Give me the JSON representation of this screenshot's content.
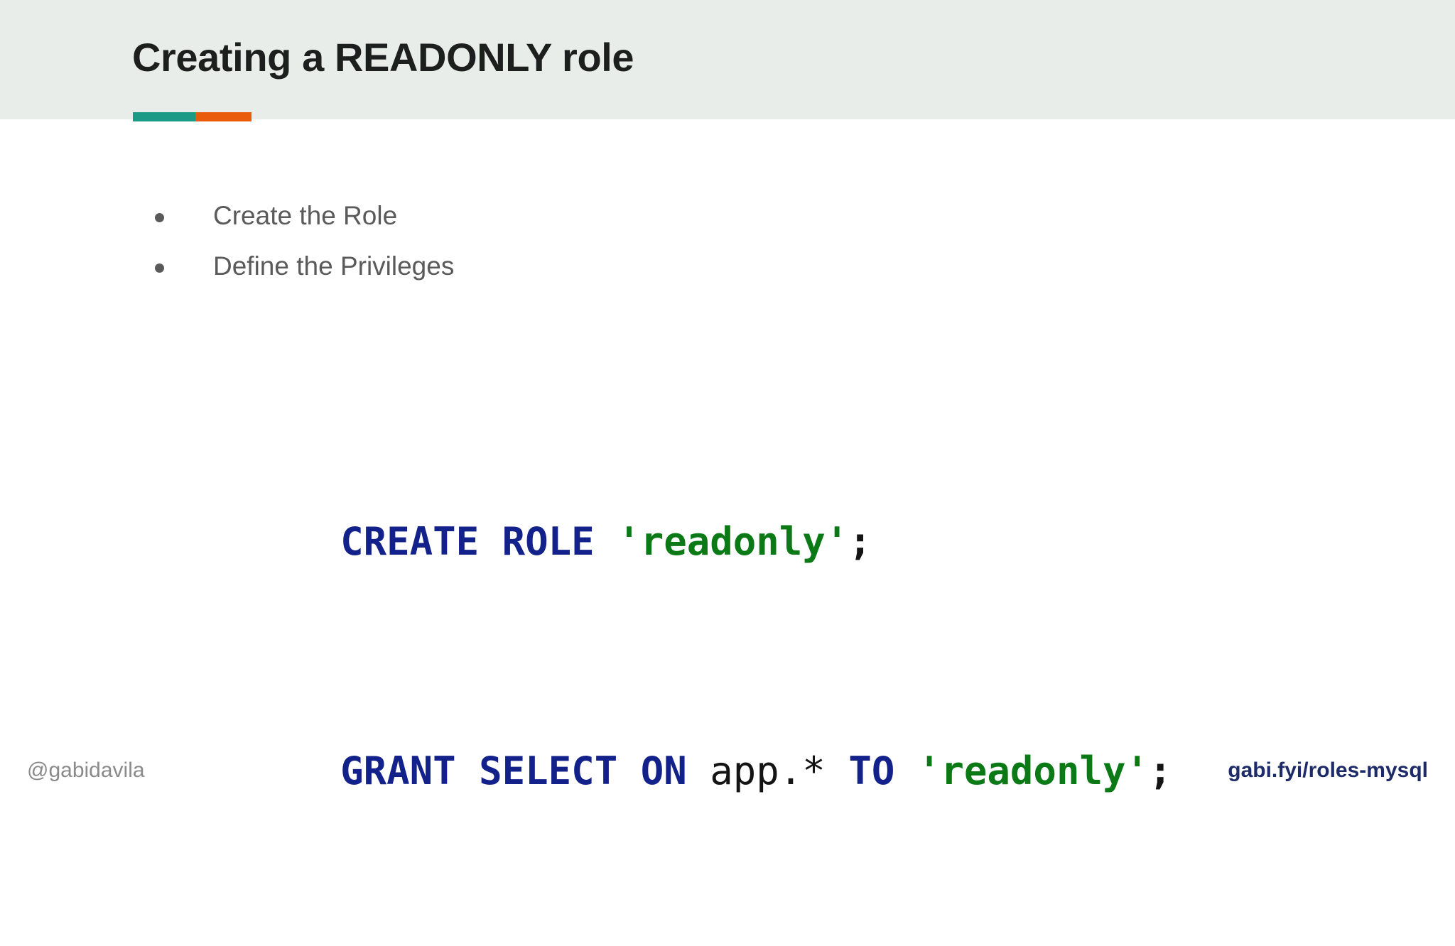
{
  "slide": {
    "title": "Creating a READONLY role",
    "background_color": "#ffffff",
    "header_background_color": "#e8edea",
    "accent_bar": {
      "left_color": "#1d9a86",
      "right_color": "#ea5b0c"
    }
  },
  "bullets": [
    {
      "label": "Create the Role"
    },
    {
      "label": "Define the Privileges"
    }
  ],
  "code": {
    "language": "sql",
    "keyword_color": "#13228a",
    "string_color": "#0b7a16",
    "plain_color": "#141414",
    "lines": [
      {
        "raw": "CREATE ROLE 'readonly';",
        "tokens": [
          {
            "text": "CREATE ROLE ",
            "type": "keyword"
          },
          {
            "text": "'readonly'",
            "type": "string"
          },
          {
            "text": ";",
            "type": "punct"
          }
        ]
      },
      {
        "raw": "GRANT SELECT ON app.* TO 'readonly';",
        "tokens": [
          {
            "text": "GRANT SELECT ON ",
            "type": "keyword"
          },
          {
            "text": "app.* ",
            "type": "plain"
          },
          {
            "text": "TO ",
            "type": "keyword"
          },
          {
            "text": "'readonly'",
            "type": "string"
          },
          {
            "text": ";",
            "type": "punct"
          }
        ]
      }
    ]
  },
  "footer": {
    "handle": "@gabidavila",
    "link": "gabi.fyi/roles-mysql",
    "link_color": "#1d2b69",
    "handle_color": "#8a8a8a"
  }
}
